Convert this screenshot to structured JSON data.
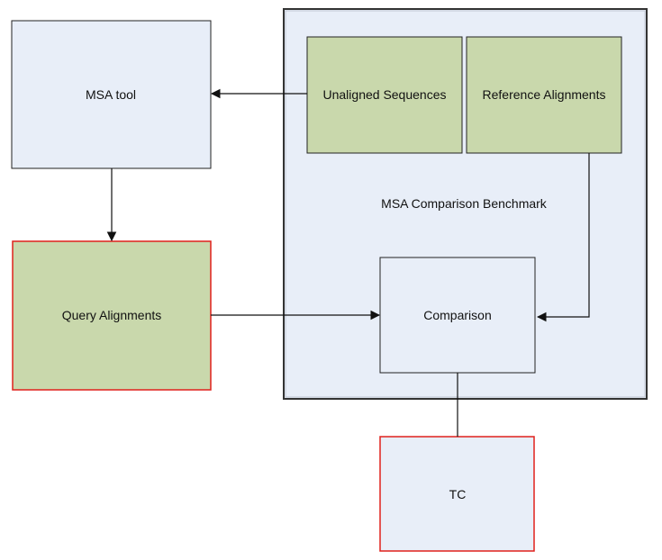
{
  "colors": {
    "box_fill": "#E8EEF8",
    "green_fill": "#C9D8AC",
    "border_dark": "#222222",
    "border_red": "#E0201C",
    "arrow": "#111111"
  },
  "nodes": {
    "msa_tool": {
      "label": "MSA tool"
    },
    "query_alignments": {
      "label": "Query Alignments"
    },
    "benchmark": {
      "label": "MSA Comparison Benchmark"
    },
    "unaligned_sequences": {
      "label": "Unaligned Sequences"
    },
    "reference_alignments": {
      "label": "Reference Alignments"
    },
    "comparison": {
      "label": "Comparison"
    },
    "tc": {
      "label": "TC"
    }
  }
}
